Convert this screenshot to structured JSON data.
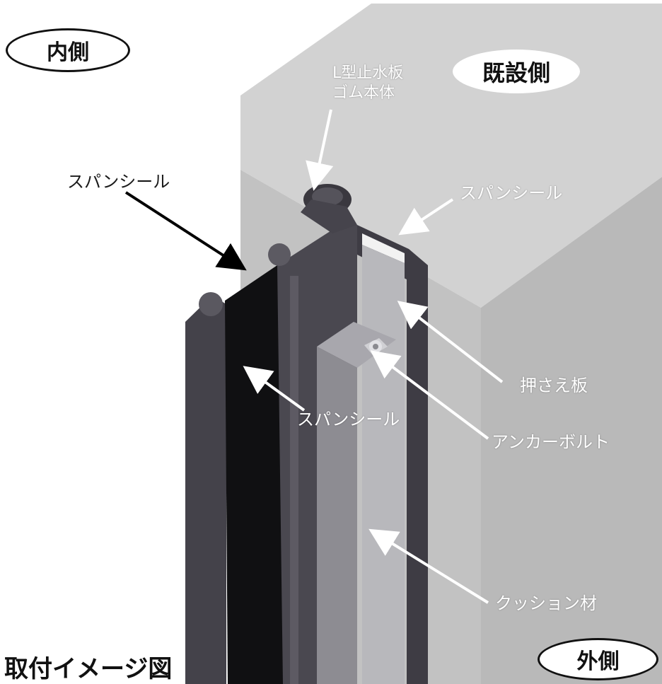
{
  "labels": {
    "inner_side": "内側",
    "existing_side": "既設側",
    "outer_side": "外側",
    "caption": "取付イメージ図",
    "l_waterstop": "L型止水板\nゴム本体",
    "span_seal_left": "スパンシール",
    "span_seal_right": "スパンシール",
    "span_seal_center": "スパンシール",
    "press_plate": "押さえ板",
    "anchor_bolt": "アンカーボルト",
    "cushion": "クッション材"
  },
  "colors": {
    "concrete_top": "#cfcfcf",
    "concrete_side": "#bdbdbd",
    "rubber_dark": "#3a383f",
    "rubber_mid": "#58565e",
    "seal_black": "#0d0d0f",
    "cushion_gray": "#8e8d93",
    "press_plate": "#d8d8d8",
    "arrow": "#ffffff"
  }
}
